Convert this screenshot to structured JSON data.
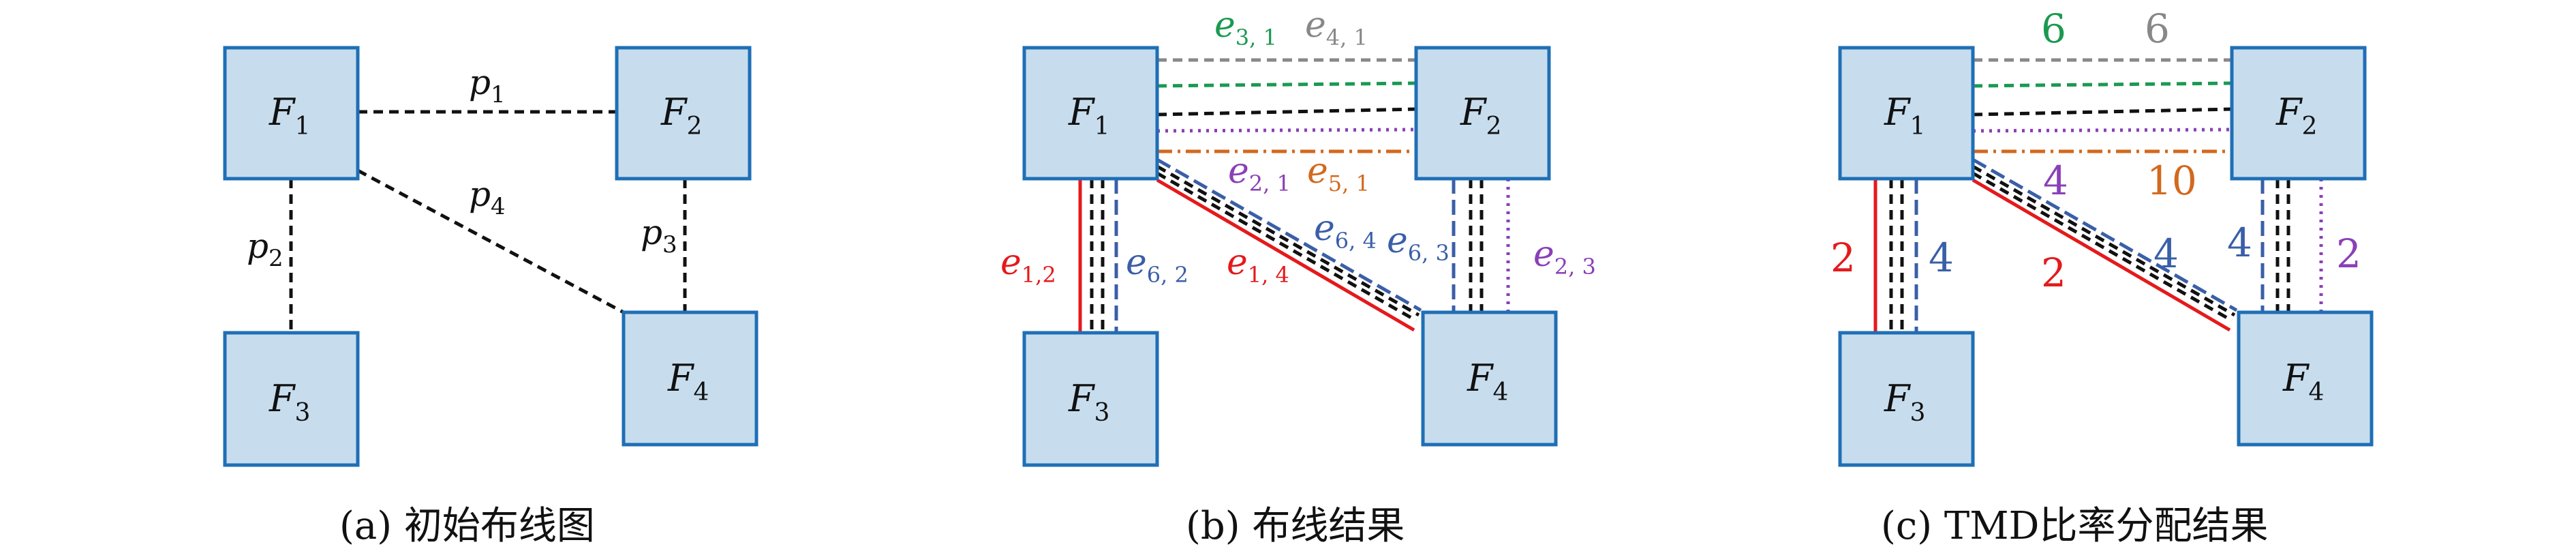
{
  "colors": {
    "node_fill": "#c7ddee",
    "node_border": "#1f6fb5",
    "red": "#e41a1c",
    "blue": "#3a5fa8",
    "green": "#1a9a50",
    "gray": "#888888",
    "black": "#111111",
    "purple": "#8a3fb8",
    "orange": "#d2691e"
  },
  "panel_a": {
    "caption": "(a) 初始布线图",
    "nodes": [
      {
        "main": "F",
        "sub": "1"
      },
      {
        "main": "F",
        "sub": "2"
      },
      {
        "main": "F",
        "sub": "3"
      },
      {
        "main": "F",
        "sub": "4"
      }
    ],
    "paths": [
      {
        "main": "p",
        "sub": "1"
      },
      {
        "main": "p",
        "sub": "2"
      },
      {
        "main": "p",
        "sub": "3"
      },
      {
        "main": "p",
        "sub": "4"
      }
    ]
  },
  "panel_b": {
    "caption": "(b) 布线结果",
    "nodes": [
      {
        "main": "F",
        "sub": "1"
      },
      {
        "main": "F",
        "sub": "2"
      },
      {
        "main": "F",
        "sub": "3"
      },
      {
        "main": "F",
        "sub": "4"
      }
    ],
    "edges": [
      {
        "main": "e",
        "sub": "3, 1",
        "color": "green"
      },
      {
        "main": "e",
        "sub": "4, 1",
        "color": "gray"
      },
      {
        "main": "e",
        "sub": "2, 1",
        "color": "purple"
      },
      {
        "main": "e",
        "sub": "5, 1",
        "color": "orange"
      },
      {
        "main": "e",
        "sub": "1,2",
        "color": "red"
      },
      {
        "main": "e",
        "sub": "6, 2",
        "color": "blue"
      },
      {
        "main": "e",
        "sub": "1, 4",
        "color": "red"
      },
      {
        "main": "e",
        "sub": "6, 4",
        "color": "blue"
      },
      {
        "main": "e",
        "sub": "6, 3",
        "color": "blue"
      },
      {
        "main": "e",
        "sub": "2, 3",
        "color": "purple"
      }
    ]
  },
  "panel_c": {
    "caption": "(c) TMD比率分配结果",
    "nodes": [
      {
        "main": "F",
        "sub": "1"
      },
      {
        "main": "F",
        "sub": "2"
      },
      {
        "main": "F",
        "sub": "3"
      },
      {
        "main": "F",
        "sub": "4"
      }
    ],
    "ratios": [
      {
        "value": "6",
        "color": "green"
      },
      {
        "value": "6",
        "color": "gray"
      },
      {
        "value": "4",
        "color": "purple"
      },
      {
        "value": "10",
        "color": "orange"
      },
      {
        "value": "2",
        "color": "red"
      },
      {
        "value": "4",
        "color": "blue"
      },
      {
        "value": "2",
        "color": "red"
      },
      {
        "value": "4",
        "color": "blue"
      },
      {
        "value": "4",
        "color": "blue"
      },
      {
        "value": "2",
        "color": "purple"
      }
    ]
  }
}
